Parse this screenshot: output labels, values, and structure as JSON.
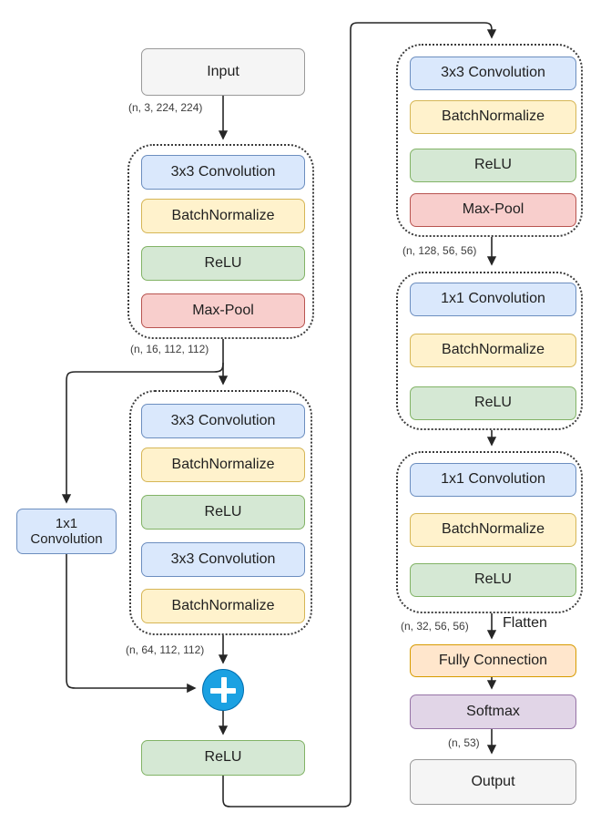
{
  "diagram_type": "cnn-architecture-flowchart",
  "nodes": {
    "input": {
      "label": "Input",
      "shape": "(n, 3, 224, 224)"
    },
    "group_l1": {
      "layers": [
        "3x3 Convolution",
        "BatchNormalize",
        "ReLU",
        "Max-Pool"
      ],
      "output_shape": "(n, 16, 112, 112)"
    },
    "group_l2": {
      "layers": [
        "3x3 Convolution",
        "BatchNormalize",
        "ReLU",
        "3x3 Convolution",
        "BatchNormalize"
      ],
      "output_shape": "(n, 64, 112, 112)"
    },
    "skip_conv": {
      "label": "1x1\nConvolution"
    },
    "add": {
      "operator": "plus-circle"
    },
    "relu_after_add": {
      "label": "ReLU"
    },
    "group_r1": {
      "layers": [
        "3x3 Convolution",
        "BatchNormalize",
        "ReLU",
        "Max-Pool"
      ],
      "output_shape": "(n, 128, 56, 56)"
    },
    "group_r2": {
      "layers": [
        "1x1 Convolution",
        "BatchNormalize",
        "ReLU"
      ]
    },
    "group_r3": {
      "layers": [
        "1x1 Convolution",
        "BatchNormalize",
        "ReLU"
      ],
      "output_shape": "(n, 32, 56, 56)"
    },
    "fully_connection": {
      "label": "Fully Connection"
    },
    "softmax": {
      "label": "Softmax",
      "output_shape": "(n, 53)"
    },
    "output": {
      "label": "Output"
    }
  },
  "labels": {
    "flatten": "Flatten"
  },
  "colors": {
    "conv_fill": "#dae8fc",
    "conv_stroke": "#6c8ebf",
    "bn_fill": "#fff2cc",
    "bn_stroke": "#d6b656",
    "relu_fill": "#d5e8d4",
    "relu_stroke": "#82b366",
    "pool_fill": "#f8cecc",
    "pool_stroke": "#b85450",
    "fc_fill": "#ffe6cc",
    "fc_stroke": "#d79b00",
    "softmax_fill": "#e1d5e7",
    "softmax_stroke": "#9673a6",
    "io_fill": "#f5f5f5",
    "io_stroke": "#999999",
    "add_fill": "#1ba1e2",
    "add_stroke": "#006eaf",
    "wire": "#262626"
  }
}
